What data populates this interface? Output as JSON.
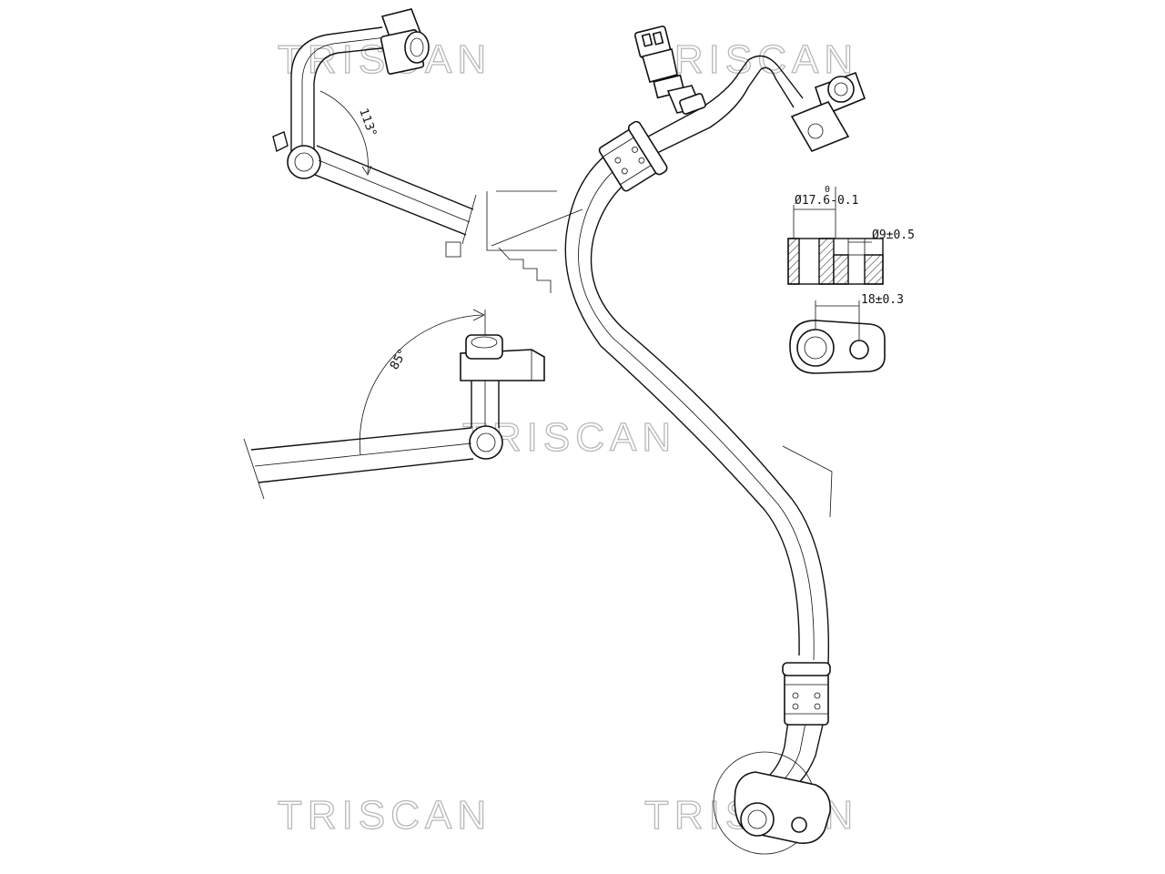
{
  "watermark": {
    "text": "TRISCAN"
  },
  "dimensions": {
    "outer_diameter": "Ø17.6-0.1",
    "outer_diameter_tolerance": "0",
    "bore_diameter": "Ø9±0.5",
    "center_distance": "18±0.3"
  },
  "angles": {
    "upper_angle": "113°",
    "lower_angle": "85°"
  },
  "colors": {
    "line": "#111111",
    "watermark_outline": "#b8b8b8",
    "background": "#ffffff"
  }
}
